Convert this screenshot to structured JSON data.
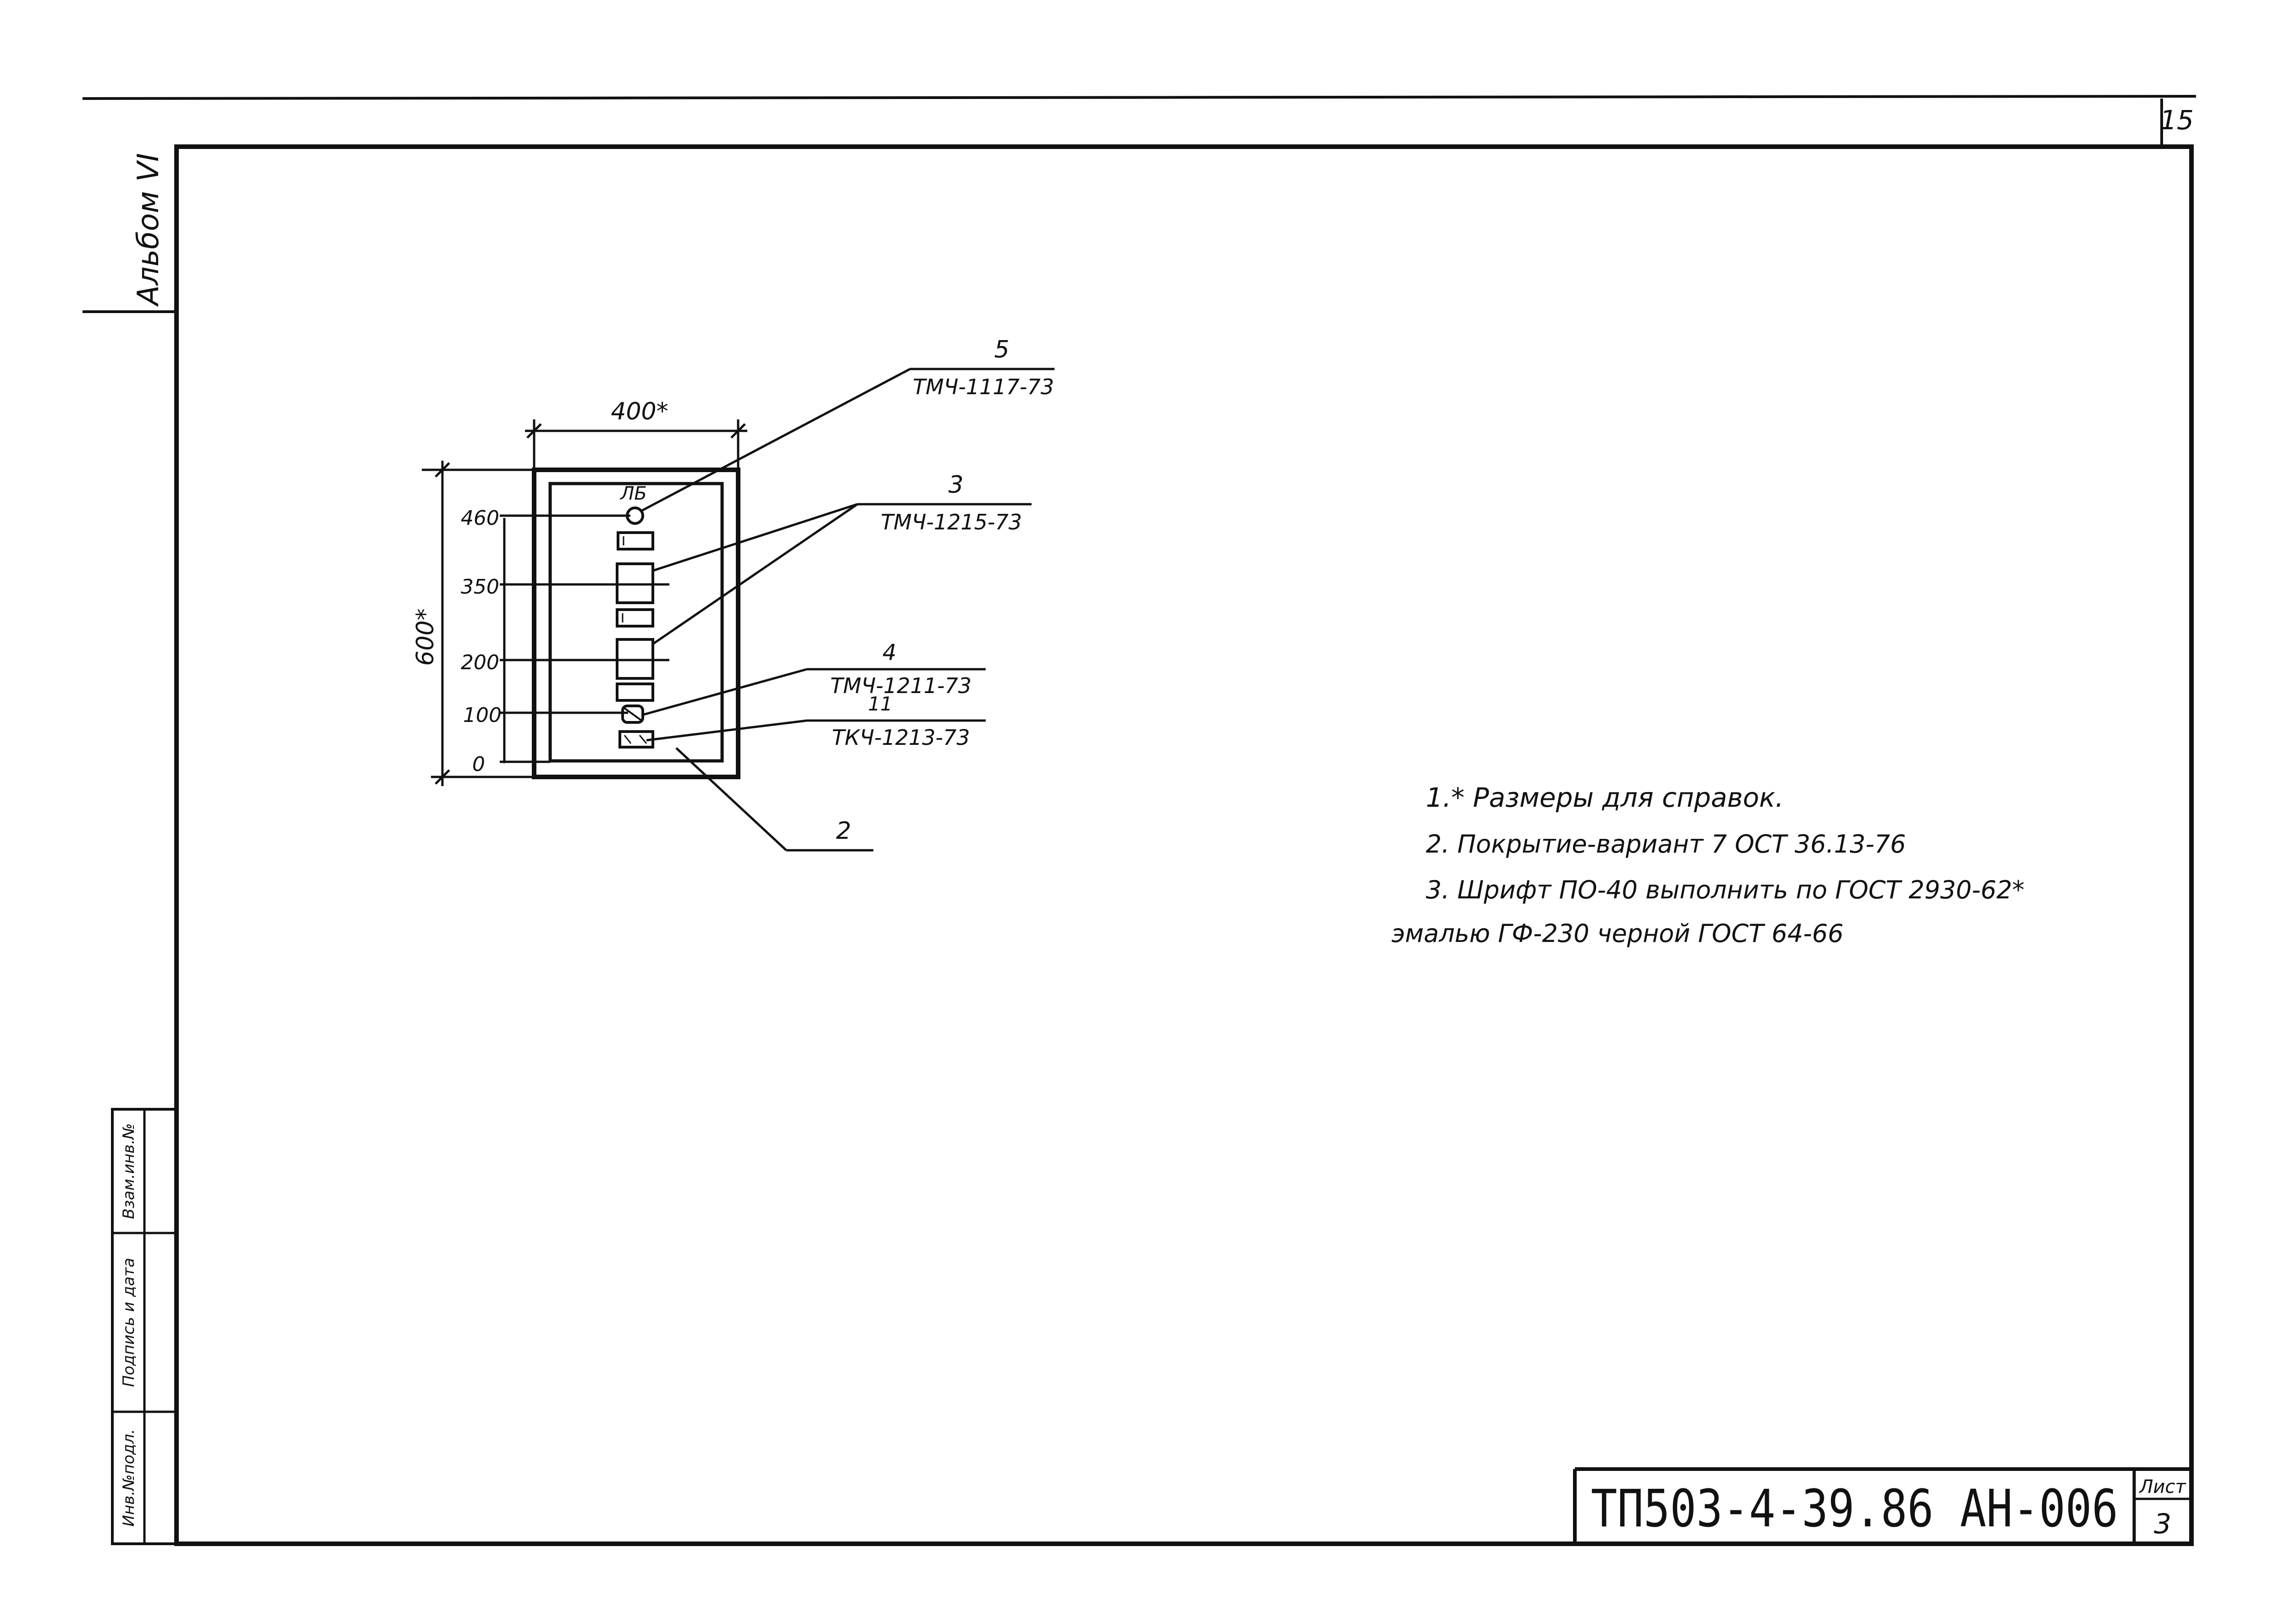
{
  "sheet": {
    "page_number": "15",
    "album_label": "Альбом VI",
    "side_stamp": {
      "inv_no": "Инв.№подл.",
      "signature_date": "Подпись и дата",
      "replaced_inv_no": "Взам.инв.№"
    }
  },
  "drawing": {
    "width_dim": "400*",
    "height_dim": "600*",
    "level_marks": [
      "460",
      "350",
      "200",
      "100",
      "0"
    ],
    "lamp_label": "ЛБ",
    "callouts": [
      {
        "number": "5",
        "code": "ТМЧ-1117-73"
      },
      {
        "number": "3",
        "code": "ТМЧ-1215-73"
      },
      {
        "number": "4",
        "code": "ТМЧ-1211-73"
      },
      {
        "number": "11",
        "code": "ТКЧ-1213-73"
      },
      {
        "number": "2",
        "code": ""
      }
    ]
  },
  "notes": [
    "1.* Размеры для справок.",
    "2. Покрытие-вариант 7 ОСТ 36.13-76",
    "3. Шрифт ПО-40 выполнить по ГОСТ 2930-62*",
    "эмалью ГФ-230 черной ГОСТ 64-66"
  ],
  "title_block": {
    "designation": "ТП503-4-39.86 АН-006",
    "sheet_label": "Лист",
    "sheet_number": "3"
  }
}
